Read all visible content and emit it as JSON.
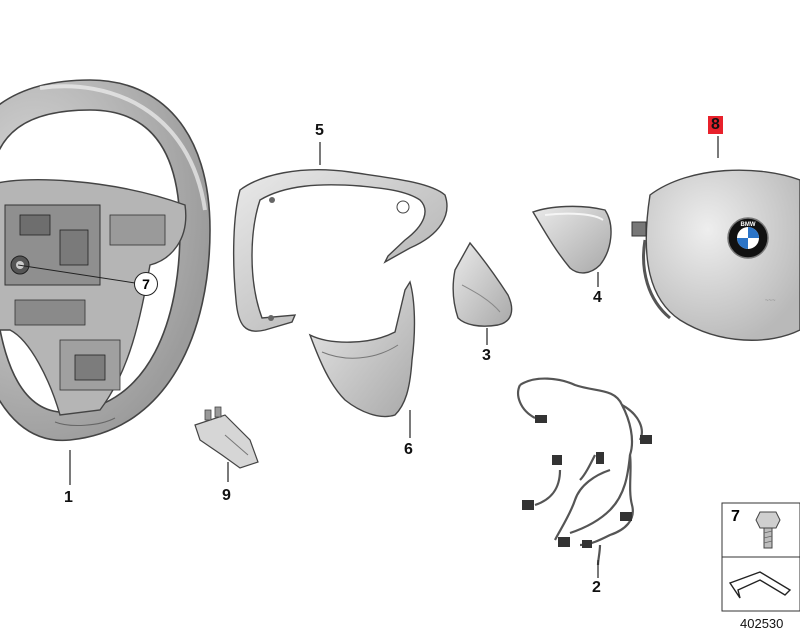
{
  "callouts": {
    "p1": "1",
    "p2": "2",
    "p3": "3",
    "p4": "4",
    "p5": "5",
    "p6": "6",
    "p7": "7",
    "p8": "8",
    "p9": "9"
  },
  "legend": {
    "item_number": "7",
    "document_number": "402530"
  },
  "emblem": {
    "brand_letters": "BMW"
  },
  "colors": {
    "highlight": "#e8212b",
    "part_fill": "#c9c9c9",
    "part_light": "#e2e2e2",
    "outline": "#4a4a4a"
  },
  "icons": [
    "steering-wheel",
    "airbag-module",
    "bmw-roundel",
    "wiring-harness",
    "screw",
    "arrow-symbol"
  ]
}
